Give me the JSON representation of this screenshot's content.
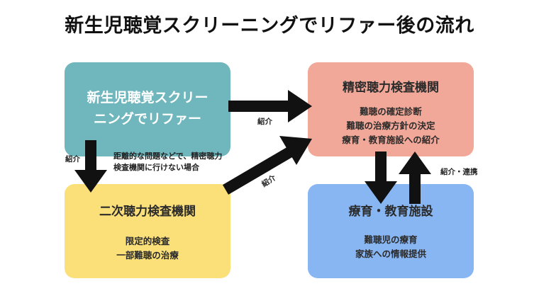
{
  "title": "新生児聴覚スクリーニングでリファー後の流れ",
  "boxes": {
    "screening": {
      "heading_line1": "新生児聴覚スクリー",
      "heading_line2": "ニングでリファー",
      "color": "#6FB6BD"
    },
    "detailed": {
      "heading": "精密聴力検査機関",
      "lines": [
        "難聴の確定診断",
        "難聴の治療方針の決定",
        "療育・教育施設への紹介"
      ],
      "color": "#F2A898"
    },
    "secondary": {
      "heading": "二次聴力検査機関",
      "lines": [
        "限定的検査",
        "一部難聴の治療"
      ],
      "color": "#FBE079"
    },
    "education": {
      "heading": "療育・教育施設",
      "lines": [
        "難聴児の療育",
        "家族への情報提供"
      ],
      "color": "#87B6F3"
    }
  },
  "arrow_labels": {
    "screening_to_detailed": "紹介",
    "screening_to_secondary": "紹介",
    "secondary_to_detailed": "紹介",
    "detailed_education": "紹介・連携"
  },
  "note": {
    "line1": "距離的な問題などで、精密聴力",
    "line2": "検査機関に行けない場合"
  },
  "arrow_color": "#111111"
}
